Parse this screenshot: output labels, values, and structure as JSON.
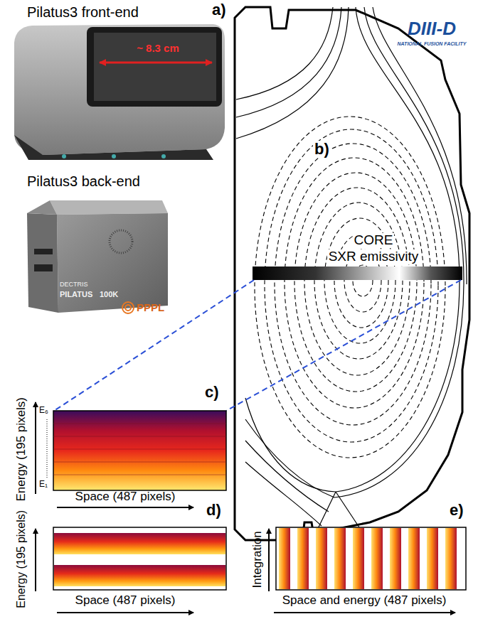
{
  "diagram": {
    "labels": [
      "Pilatus3 front-end",
      "a)",
      "~ 8.3 cm",
      "Pilatus3 back-end",
      "DECTRIS",
      "PILATUS",
      "100K",
      "PPPL",
      "DIII-D",
      "NATIONAL FUSION FACILITY",
      "b)",
      "CORE",
      "SXR emissivity",
      "c)",
      "Energy (195 pixels)",
      "E₆",
      "E₁",
      "Space (487 pixels)",
      "d)",
      "Energy (195 pixels)",
      "Space (487 pixels)",
      "e)",
      "Integration",
      "Space and energy (487 pixels)"
    ]
  }
}
